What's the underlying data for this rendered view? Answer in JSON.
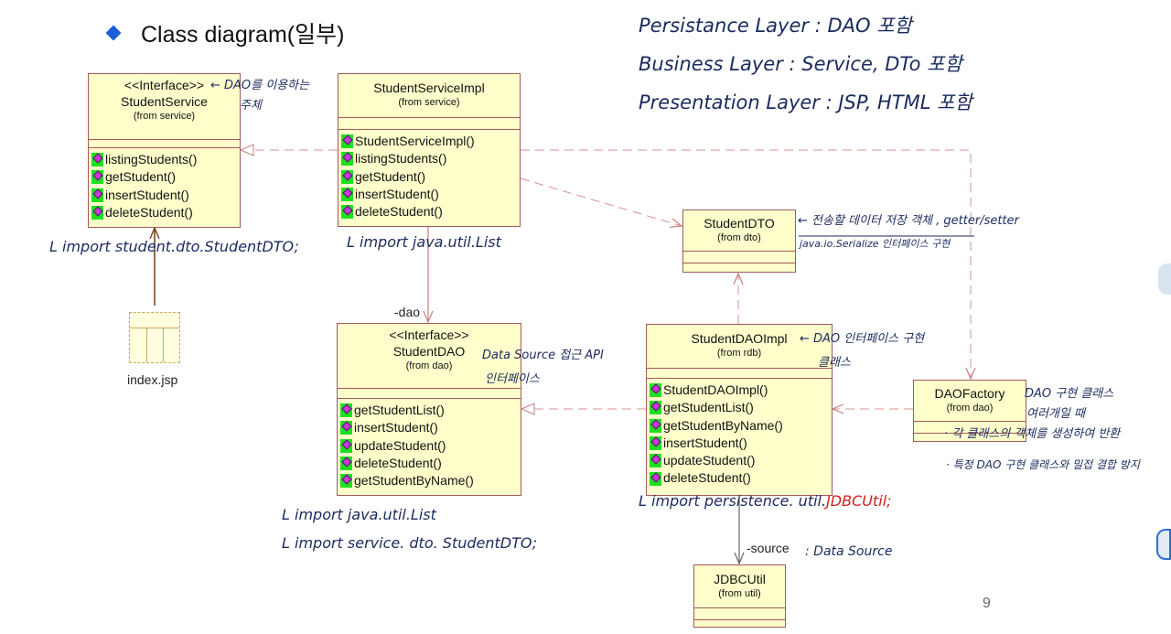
{
  "title": "Class diagram(일부)",
  "layer_notes": [
    "Persistance  Layer : DAO 포함",
    "Business Layer : Service, DTo 포함",
    "Presentation  Layer : JSP, HTML 포함"
  ],
  "classes": {
    "student_service": {
      "stereotype": "<<Interface>>",
      "name": "StudentService",
      "package": "(from service)",
      "ops": [
        "listingStudents()",
        "getStudent()",
        "insertStudent()",
        "deleteStudent()"
      ]
    },
    "student_service_impl": {
      "name": "StudentServiceImpl",
      "package": "(from service)",
      "ops": [
        "StudentServiceImpl()",
        "listingStudents()",
        "getStudent()",
        "insertStudent()",
        "deleteStudent()"
      ]
    },
    "student_dto": {
      "name": "StudentDTO",
      "package": "(from dto)"
    },
    "student_dao": {
      "stereotype": "<<Interface>>",
      "name": "StudentDAO",
      "package": "(from dao)",
      "ops": [
        "getStudentList()",
        "insertStudent()",
        "updateStudent()",
        "deleteStudent()",
        "getStudentByName()"
      ]
    },
    "student_dao_impl": {
      "name": "StudentDAOImpl",
      "package": "(from rdb)",
      "ops": [
        "StudentDAOImpl()",
        "getStudentList()",
        "getStudentByName()",
        "insertStudent()",
        "updateStudent()",
        "deleteStudent()"
      ]
    },
    "dao_factory": {
      "name": "DAOFactory",
      "package": "(from dao)"
    },
    "jdbc_util": {
      "name": "JDBCUtil",
      "package": "(from util)"
    }
  },
  "index_jsp_label": "index.jsp",
  "association_labels": {
    "dao": "-dao",
    "source": "-source"
  },
  "notes": {
    "service_role_1": "← DAO를 이용하는",
    "service_role_2": "주체",
    "service_import": "L import  student.dto.StudentDTO;",
    "service_impl_import": "L import  java.util.List",
    "dto_role_1": "← 전송할 데이터 저장 객체 , getter/setter",
    "dto_role_2": "java.io.Serialize 인터페이스 구현",
    "dao_role_1": "Data Source 접근 API",
    "dao_role_2": "인터페이스",
    "dao_import_1": "L import  java.util.List",
    "dao_import_2": "L import  service. dto. StudentDTO;",
    "impl_role_1": "← DAO 인터페이스 구현",
    "impl_role_2": "클래스",
    "impl_import": "L import   persistence. util.",
    "impl_import_red": "JDBCUtil;",
    "factory_role_1": "DAO 구현 클래스",
    "factory_role_2": "여러개일 때",
    "factory_role_3": "· 각 클래스의 객체를 생성하여 반환",
    "factory_role_4": "· 특정 DAO 구현 클래스와 밀접 결합 방지",
    "source_note": ": Data Source"
  },
  "page_number": "9"
}
